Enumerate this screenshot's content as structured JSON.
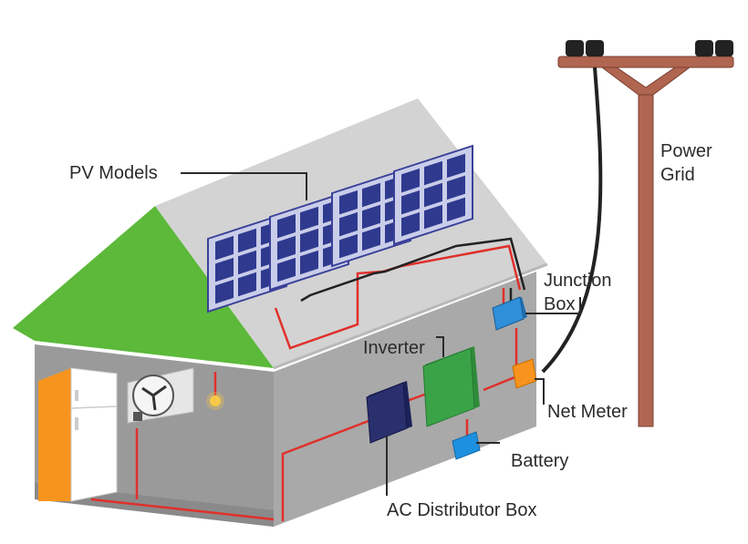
{
  "labels": {
    "pv_models": "PV Models",
    "power_grid_line1": "Power",
    "power_grid_line2": "Grid",
    "junction_box_line1": "Junction",
    "junction_box_line2": "Box",
    "inverter": "Inverter",
    "net_meter": "Net Meter",
    "battery": "Battery",
    "ac_distributor_box": "AC Distributor Box"
  },
  "colors": {
    "roof_gray": "#d3d3d3",
    "roof_green": "#5cb93a",
    "wall_gray": "#a9a9a9",
    "interior": "#9a9a9a",
    "panel_blue": "#2f3a8f",
    "wire_red": "#e0302a",
    "wire_black": "#222222",
    "pole_brown": "#b06550",
    "fridge_orange": "#f7941d",
    "inverter_green": "#3aa347",
    "junction_blue": "#2f8fd8",
    "net_meter_orange": "#f7931e",
    "battery_blue": "#1e90e0",
    "ac_box_navy": "#2a2f6e",
    "label_text": "#2b2b2b"
  }
}
